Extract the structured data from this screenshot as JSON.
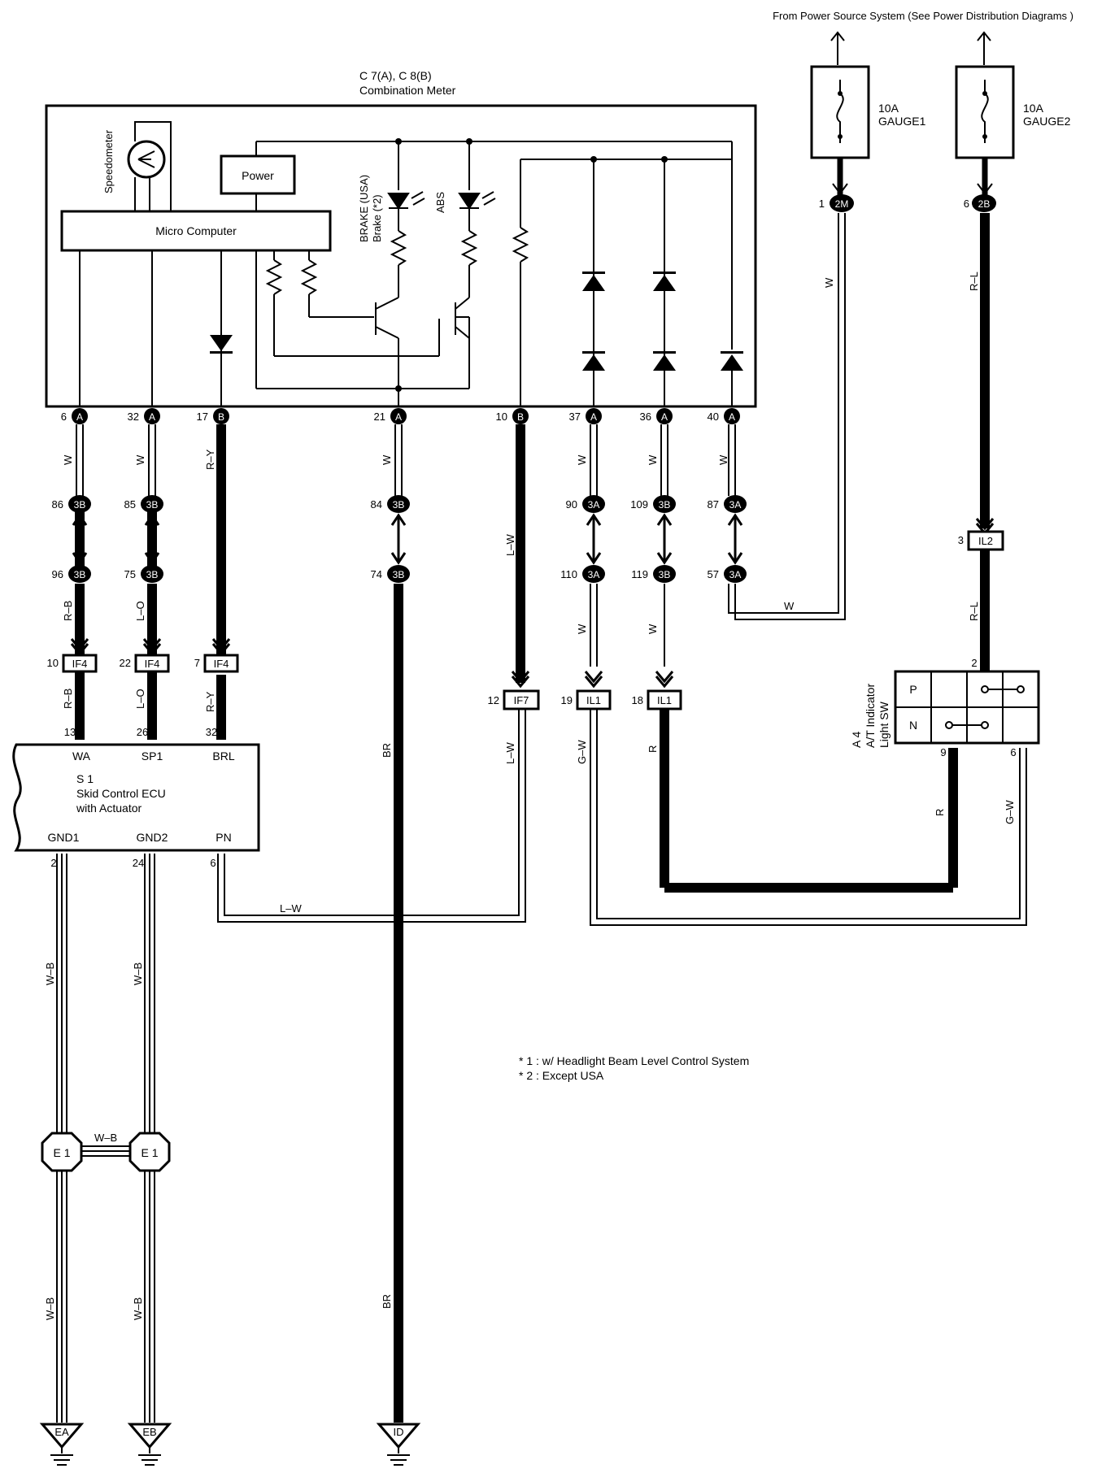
{
  "header": {
    "source_note": "From Power Source System (See Power Distribution Diagrams )"
  },
  "fuses": [
    {
      "amp": "10A",
      "name": "GAUGE1"
    },
    {
      "amp": "10A",
      "name": "GAUGE2"
    }
  ],
  "meter": {
    "id": "C 7(A), C 8(B)",
    "name": "Combination Meter",
    "speedometer": "Speedometer",
    "micro_computer": "Micro Computer",
    "power": "Power",
    "brake_label": "BRAKE (USA)",
    "brake_label2": "Brake (*2)",
    "abs_label": "ABS"
  },
  "meter_pins": [
    {
      "pin": "6",
      "conn": "A"
    },
    {
      "pin": "32",
      "conn": "A"
    },
    {
      "pin": "17",
      "conn": "B"
    },
    {
      "pin": "21",
      "conn": "A"
    },
    {
      "pin": "10",
      "conn": "B"
    },
    {
      "pin": "37",
      "conn": "A"
    },
    {
      "pin": "36",
      "conn": "A"
    },
    {
      "pin": "40",
      "conn": "A"
    }
  ],
  "wire_colors": {
    "w": "W",
    "ry": "R–Y",
    "lw": "L–W",
    "rb": "R–B",
    "lo": "L–O",
    "br": "BR",
    "gw": "G–W",
    "r": "R",
    "rl": "R–L",
    "wb": "W–B"
  },
  "junctions": {
    "j3b": "3B",
    "j3a": "3A",
    "j2m": "2M",
    "j2b": "2B",
    "if4": "IF4",
    "if7": "IF7",
    "il1": "IL1",
    "il2": "IL2"
  },
  "junction_pins": {
    "p86": "86",
    "p85": "85",
    "p84": "84",
    "p90": "90",
    "p109": "109",
    "p87": "87",
    "p96": "96",
    "p75": "75",
    "p74": "74",
    "p110": "110",
    "p119": "119",
    "p57": "57",
    "p10": "10",
    "p22": "22",
    "p7": "7",
    "p12": "12",
    "p19": "19",
    "p18": "18",
    "p1": "1",
    "p6": "6",
    "p3": "3"
  },
  "ecu": {
    "id": "S 1",
    "name": "Skid Control ECU",
    "name2": "with Actuator",
    "pin_wa": "WA",
    "pin_sp1": "SP1",
    "pin_brl": "BRL",
    "pin_gnd1": "GND1",
    "pin_gnd2": "GND2",
    "pin_pn": "PN",
    "n13": "13",
    "n26": "26",
    "n32": "32",
    "n2": "2",
    "n24": "24",
    "n6": "6"
  },
  "switch": {
    "id": "A 4",
    "name": "A/T Indicator",
    "name2": "Light SW",
    "p": "P",
    "n": "N",
    "pin2": "2",
    "pin9": "9",
    "pin6": "6"
  },
  "grounds": {
    "e1": "E 1",
    "ea": "EA",
    "eb": "EB",
    "id": "ID"
  },
  "notes": [
    "* 1 : w/ Headlight Beam Level Control System",
    "* 2 : Except USA"
  ]
}
